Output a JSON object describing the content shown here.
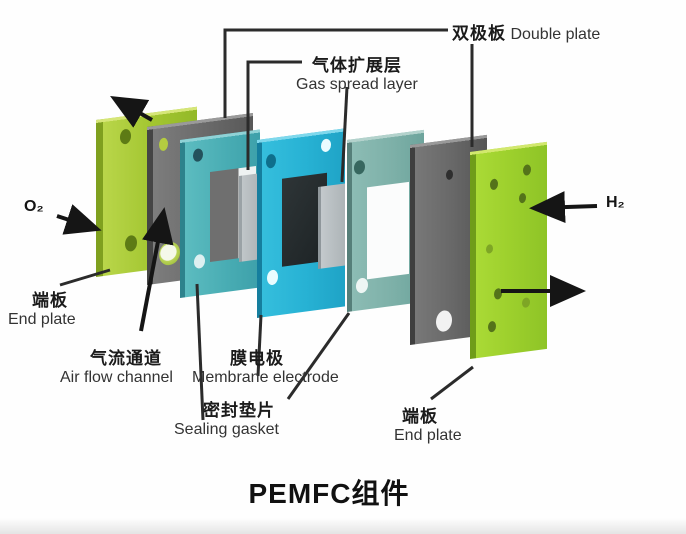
{
  "title": "PEMFC组件",
  "gases": {
    "oxygen": "O₂",
    "hydrogen": "H₂"
  },
  "labels": {
    "double_plate": {
      "zh": "双极板",
      "en": "Double plate"
    },
    "gas_spread_layer": {
      "zh": "气体扩展层",
      "en": "Gas spread layer"
    },
    "end_plate_left": {
      "zh": "端板",
      "en": "End plate"
    },
    "air_flow_channel": {
      "zh": "气流通道",
      "en": "Air flow channel"
    },
    "membrane_electrode": {
      "zh": "膜电极",
      "en": "Membrane electrode"
    },
    "sealing_gasket": {
      "zh": "密封垫片",
      "en": "Sealing gasket"
    },
    "end_plate_right": {
      "zh": "端板",
      "en": "End plate"
    }
  },
  "diagram": {
    "type": "exploded-assembly",
    "plates_left_to_right": [
      {
        "name": "end-plate",
        "color": "#a3c631"
      },
      {
        "name": "bipolar-plate",
        "color": "#6a6a6a"
      },
      {
        "name": "sealing-gasket",
        "color": "#48acb3"
      },
      {
        "name": "gas-spread-layer",
        "color": "#c0c6c9"
      },
      {
        "name": "membrane-electrode",
        "color": "#27b2d4",
        "active_area_color": "#1d2325"
      },
      {
        "name": "gas-spread-layer",
        "color": "#c3c9cc"
      },
      {
        "name": "sealing-gasket",
        "color": "#7db0a8"
      },
      {
        "name": "bipolar-plate",
        "color": "#686868"
      },
      {
        "name": "end-plate",
        "color": "#9ccf2c"
      }
    ],
    "flows": [
      {
        "gas": "O₂",
        "direction": "in-from-left"
      },
      {
        "gas": "H₂",
        "direction": "in-from-right"
      }
    ],
    "line_color": "#2b2b2b"
  }
}
